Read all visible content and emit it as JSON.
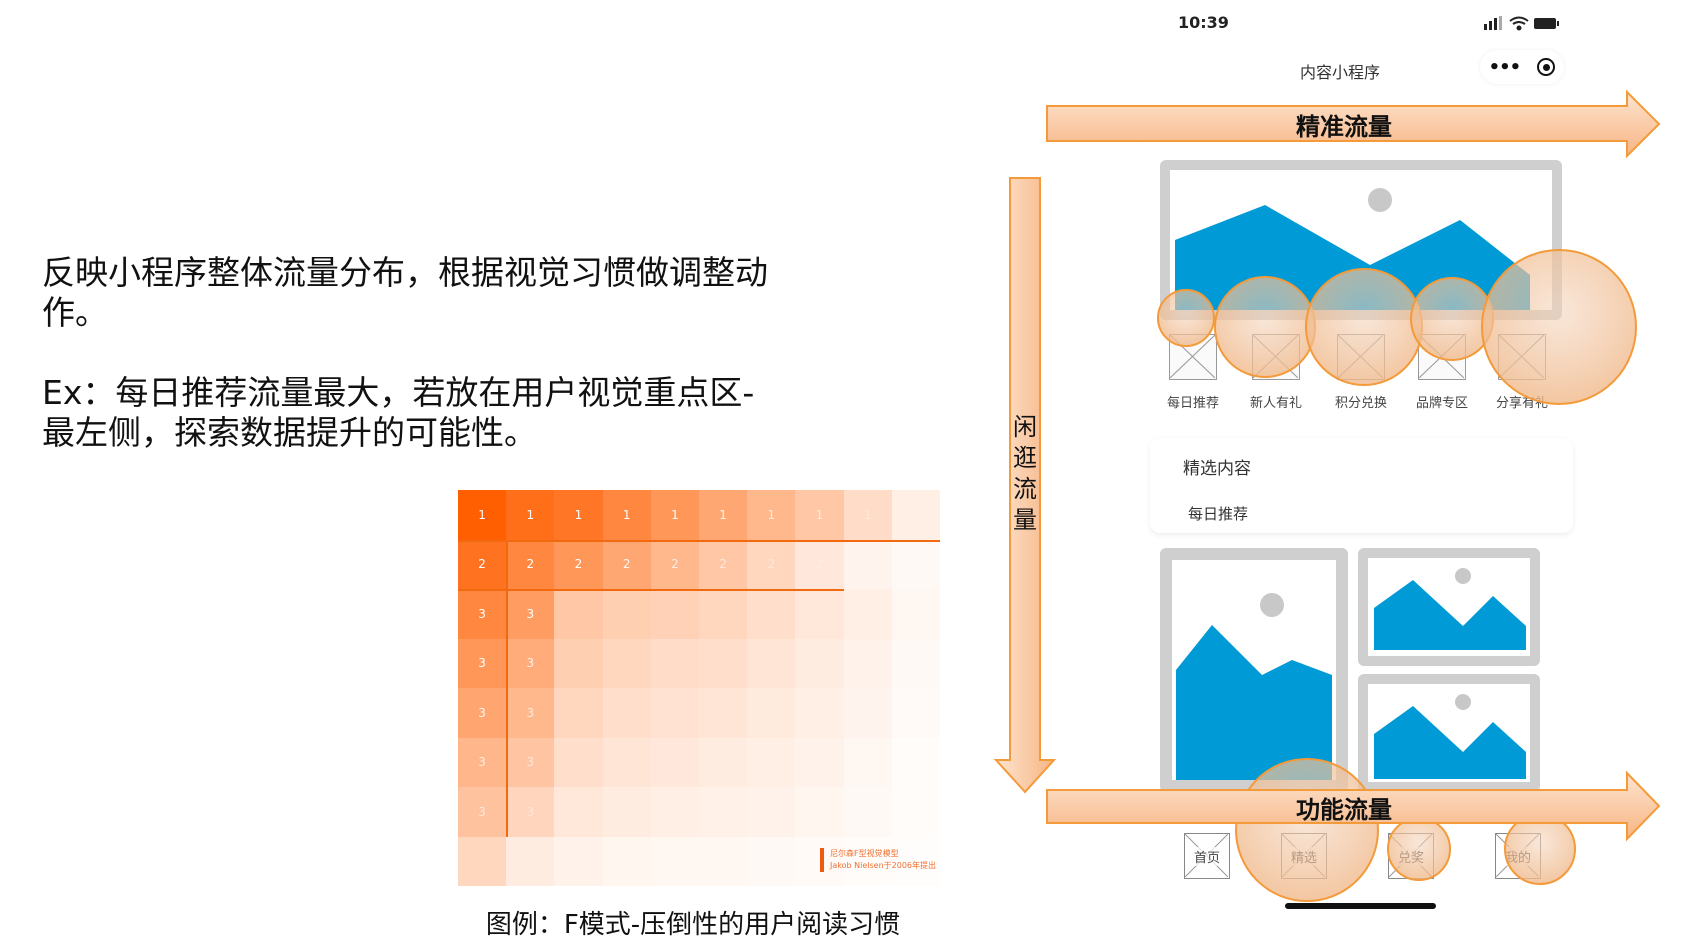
{
  "left_text": {
    "line1": "反映小程序整体流量分布，根据视觉习惯做调整动",
    "line2": "作。",
    "line3": "Ex：每日推荐流量最大，若放在用户视觉重点区-",
    "line4": "最左侧，探索数据提升的可能性。"
  },
  "heatmap": {
    "labels": [
      [
        "1",
        "1",
        "1",
        "1",
        "1",
        "1",
        "1",
        "1",
        "1",
        ""
      ],
      [
        "2",
        "2",
        "2",
        "2",
        "2",
        "2",
        "2",
        "2",
        "",
        ""
      ],
      [
        "3",
        "3",
        "",
        "",
        "",
        "",
        "",
        "",
        "",
        ""
      ],
      [
        "3",
        "3",
        "",
        "",
        "",
        "",
        "",
        "",
        "",
        ""
      ],
      [
        "3",
        "3",
        "",
        "",
        "",
        "",
        "",
        "",
        "",
        ""
      ],
      [
        "3",
        "3",
        "",
        "",
        "",
        "",
        "",
        "",
        "",
        ""
      ],
      [
        "3",
        "3",
        "",
        "",
        "",
        "",
        "",
        "",
        "",
        ""
      ],
      [
        "",
        "",
        "",
        "",
        "",
        "",
        "",
        "",
        "",
        ""
      ]
    ],
    "intensity": [
      [
        1,
        0.9,
        0.85,
        0.75,
        0.65,
        0.55,
        0.45,
        0.35,
        0.22,
        0.1
      ],
      [
        0.88,
        0.75,
        0.65,
        0.55,
        0.45,
        0.35,
        0.25,
        0.14,
        0.07,
        0.04
      ],
      [
        0.75,
        0.62,
        0.35,
        0.3,
        0.28,
        0.25,
        0.2,
        0.15,
        0.1,
        0.05
      ],
      [
        0.65,
        0.52,
        0.3,
        0.25,
        0.22,
        0.2,
        0.16,
        0.12,
        0.08,
        0.04
      ],
      [
        0.56,
        0.45,
        0.25,
        0.2,
        0.18,
        0.16,
        0.13,
        0.1,
        0.07,
        0.03
      ],
      [
        0.46,
        0.36,
        0.2,
        0.16,
        0.14,
        0.12,
        0.1,
        0.08,
        0.05,
        0.02
      ],
      [
        0.38,
        0.26,
        0.15,
        0.12,
        0.1,
        0.09,
        0.08,
        0.06,
        0.04,
        0.02
      ],
      [
        0.25,
        0.12,
        0.08,
        0.06,
        0.05,
        0.05,
        0.04,
        0.03,
        0.02,
        0.01
      ]
    ],
    "note_line1": "尼尔森F型视觉模型",
    "note_line2": "Jakob Nielsen于2006年提出",
    "color": "#ff5500"
  },
  "caption": "图例：F模式-压倒性的用户阅读习惯",
  "phone": {
    "time": "10:39",
    "title": "内容小程序",
    "menu_icon": "more-dots-icon",
    "close_icon": "target-circle-icon",
    "icons": [
      "每日推荐",
      "新人有礼",
      "积分兑换",
      "品牌专区",
      "分享有礼"
    ],
    "section_title": "精选内容",
    "section_sub": "每日推荐",
    "tabs": [
      "首页",
      "精选",
      "兑奖",
      "我的"
    ]
  },
  "arrows": {
    "top": "精准流量",
    "left": [
      "闲",
      "逛",
      "流",
      "量"
    ],
    "bottom": "功能流量"
  },
  "colors": {
    "accent": "#f39a3a",
    "blue": "#009ad6",
    "gray": "#cfcfcf"
  }
}
